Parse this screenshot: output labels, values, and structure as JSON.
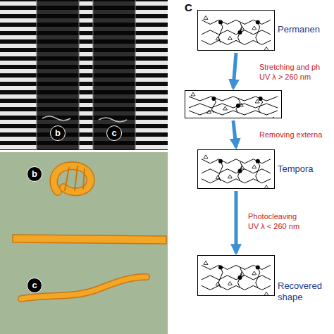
{
  "diagram": {
    "nodes": [
      {
        "text": [
          "Permanen"
        ]
      },
      {
        "text": []
      },
      {
        "text": [
          "Tempora"
        ]
      },
      {
        "text": [
          "Recovered shape"
        ]
      }
    ],
    "edges": [
      {
        "from": 0,
        "to": 1,
        "arrow": "to",
        "label": "Stretching and ph UV λ > 260 nm"
      },
      {
        "from": 1,
        "to": 2,
        "arrow": "to",
        "label": "Removing externa"
      },
      {
        "from": 2,
        "to": 3,
        "arrow": "to",
        "label": "Photocleaving UV λ < 260 nm"
      }
    ],
    "labels": [
      "C",
      "b",
      "c",
      "b",
      "c"
    ]
  }
}
